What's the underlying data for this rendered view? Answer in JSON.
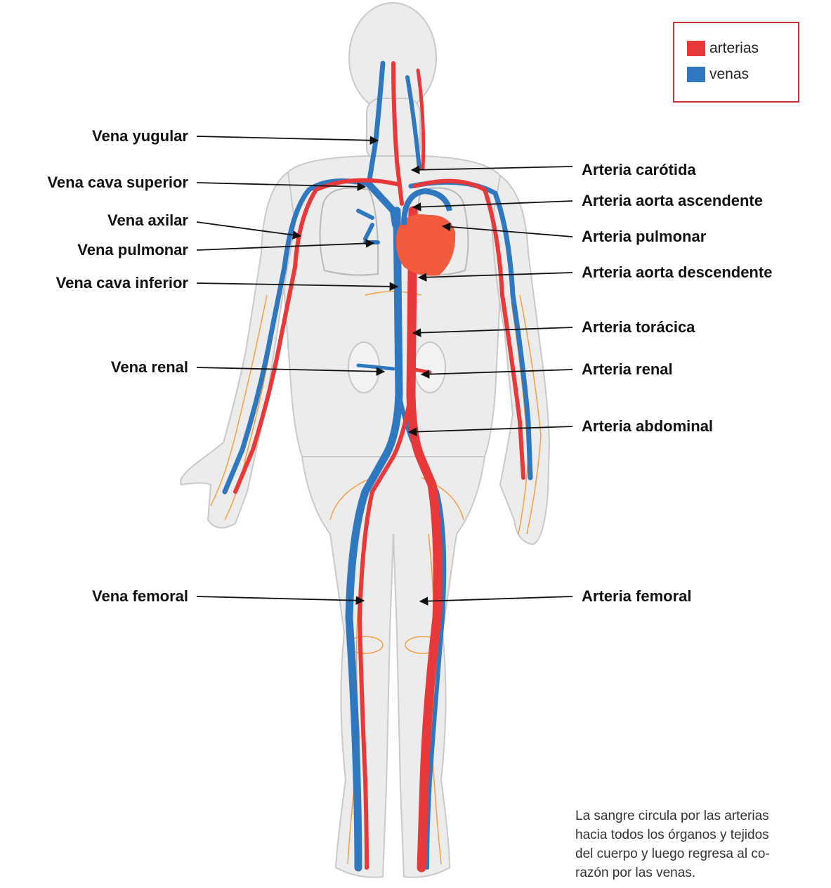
{
  "legend": {
    "items": [
      {
        "label": "arterias",
        "color": "#e8393a"
      },
      {
        "label": "venas",
        "color": "#2f78c0"
      }
    ]
  },
  "labels": {
    "left": [
      "Vena yugular",
      "Vena cava superior",
      "Vena axilar",
      "Vena pulmonar",
      "Vena cava inferior",
      "Vena renal",
      "Vena femoral"
    ],
    "right": [
      "Arteria carótida",
      "Arteria aorta ascendente",
      "Arteria pulmonar",
      "Arteria aorta descendente",
      "Arteria torácica",
      "Arteria renal",
      "Arteria abdominal",
      "Arteria femoral"
    ]
  },
  "caption": "La sangre circula por las arterias\nhacia todos los órganos y tejidos\ndel cuerpo y luego regresa al co-\nrazón por las venas.",
  "colors": {
    "artery": "#e8393a",
    "vein": "#2f78c0",
    "heart": "#f25a3c",
    "body": "#ededed",
    "capillary": "#f0a040"
  }
}
